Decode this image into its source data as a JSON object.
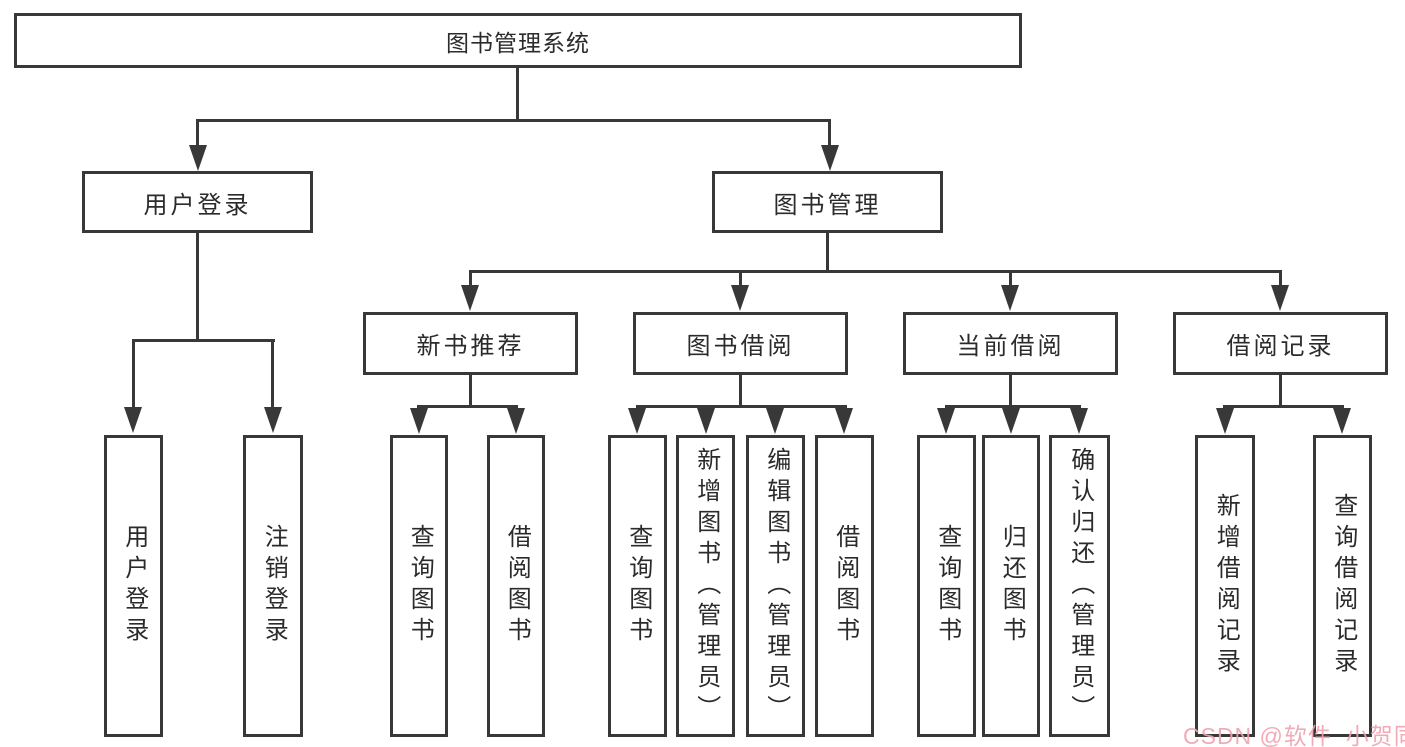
{
  "diagram": {
    "root": {
      "label": "图书管理系统"
    },
    "branches": [
      {
        "label": "用户登录",
        "leaves": [
          {
            "label": "用户登录"
          },
          {
            "label": "注销登录"
          }
        ]
      },
      {
        "label": "图书管理",
        "groups": [
          {
            "label": "新书推荐",
            "leaves": [
              {
                "label": "查询图书"
              },
              {
                "label": "借阅图书"
              }
            ]
          },
          {
            "label": "图书借阅",
            "leaves": [
              {
                "label": "查询图书"
              },
              {
                "label": "新增图书（管理员）"
              },
              {
                "label": "编辑图书（管理员）"
              },
              {
                "label": "借阅图书"
              }
            ]
          },
          {
            "label": "当前借阅",
            "leaves": [
              {
                "label": "查询图书"
              },
              {
                "label": "归还图书"
              },
              {
                "label": "确认归还（管理员）"
              }
            ]
          },
          {
            "label": "借阅记录",
            "leaves": [
              {
                "label": "新增借阅记录"
              },
              {
                "label": "查询借阅记录"
              }
            ]
          }
        ]
      }
    ]
  },
  "watermark": {
    "text": "CSDN @软件_小贺同学",
    "color": "#f0a3b1"
  },
  "colors": {
    "line": "#383838",
    "text": "#2b2b2b",
    "background": "#ffffff"
  }
}
